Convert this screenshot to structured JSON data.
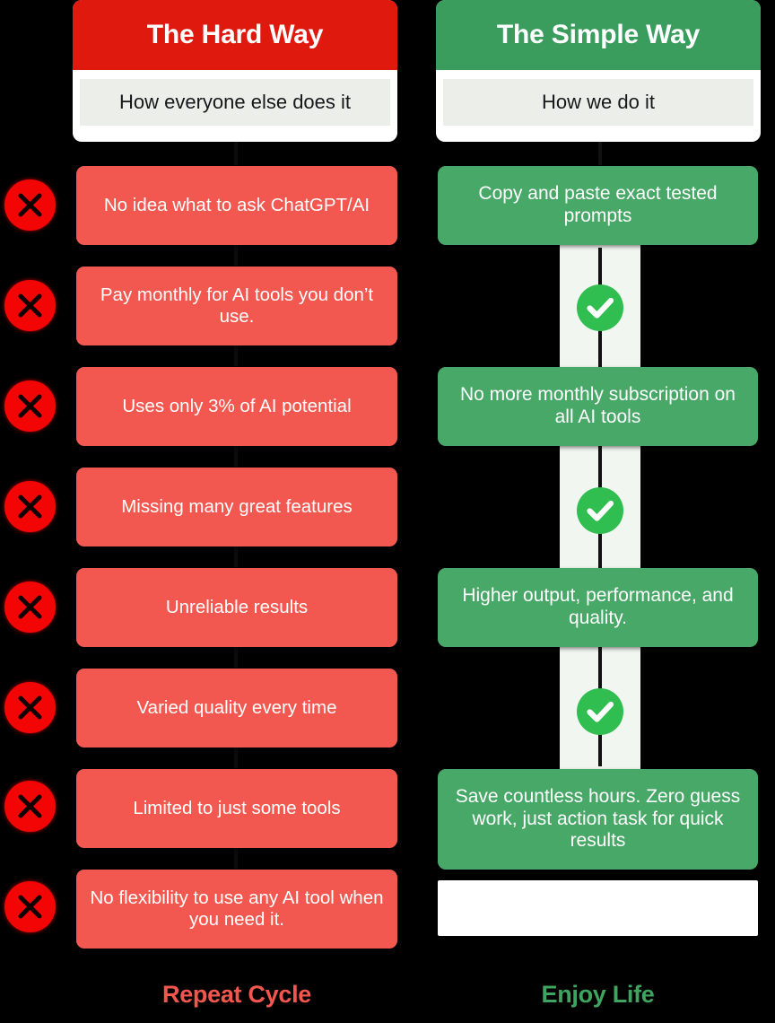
{
  "theme": {
    "background": "#000000",
    "hard_header_bg": "#E0190F",
    "simple_header_bg": "#3A9D5E",
    "red_card_bg": "#F2584F",
    "green_card_bg": "#48A868",
    "x_badge_bg": "#F40505",
    "check_badge_bg": "#2FBE4F",
    "strip_bg": "#F1F6F0",
    "sub_bar_bg": "#ECEFE9"
  },
  "left_column": {
    "header": {
      "title": "The Hard Way",
      "subtitle": "How everyone else does it"
    },
    "items": [
      {
        "text": "No idea what to ask ChatGPT/AI",
        "icon": "x-mark-icon"
      },
      {
        "text": "Pay monthly for AI tools you don’t use.",
        "icon": "x-mark-icon"
      },
      {
        "text": "Uses only 3% of AI potential",
        "icon": "x-mark-icon"
      },
      {
        "text": "Missing many great features",
        "icon": "x-mark-icon"
      },
      {
        "text": "Unreliable results",
        "icon": "x-mark-icon"
      },
      {
        "text": "Varied quality every time",
        "icon": "x-mark-icon"
      },
      {
        "text": "Limited to just some tools",
        "icon": "x-mark-icon"
      },
      {
        "text": "No flexibility to use any AI tool when you need it.",
        "icon": "x-mark-icon"
      }
    ],
    "footer": "Repeat Cycle"
  },
  "right_column": {
    "header": {
      "title": "The Simple Way",
      "subtitle": "How we do it"
    },
    "items": [
      {
        "text": "Copy and paste exact tested prompts"
      },
      {
        "text": "No more monthly subscription on all AI tools"
      },
      {
        "text": "Higher output, performance, and quality."
      },
      {
        "text": "Save countless hours. Zero guess work, just action task for quick results"
      },
      {
        "text": ""
      }
    ],
    "checkmarks": [
      {
        "icon": "check-mark-icon"
      },
      {
        "icon": "check-mark-icon"
      },
      {
        "icon": "check-mark-icon"
      }
    ],
    "footer": "Enjoy Life"
  }
}
